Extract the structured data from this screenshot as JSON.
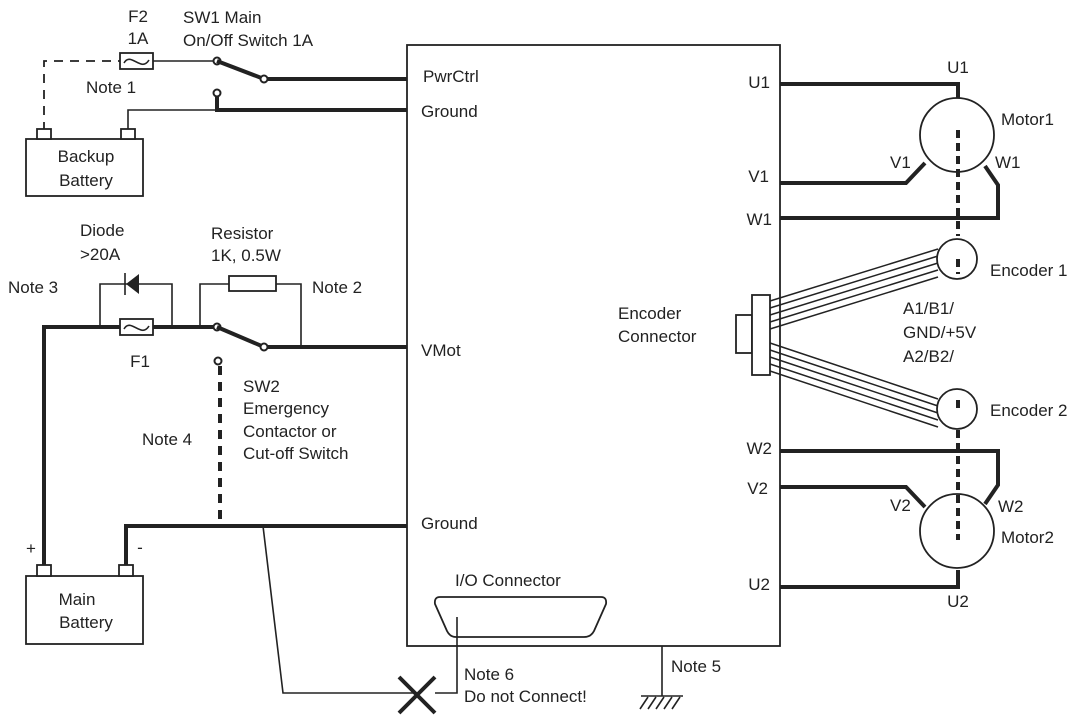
{
  "labels": {
    "f2": "F2",
    "f2_rating": "1A",
    "sw1_title": "SW1 Main",
    "sw1_rating": "On/Off Switch 1A",
    "note1": "Note 1",
    "backup_battery_line1": "Backup",
    "backup_battery_line2": "Battery",
    "diode": "Diode",
    "diode_rating": ">20A",
    "resistor": "Resistor",
    "resistor_rating": "1K, 0.5W",
    "note3": "Note 3",
    "note2": "Note 2",
    "f1": "F1",
    "sw2_line1": "SW2",
    "sw2_line2": "Emergency",
    "sw2_line3": "Contactor or",
    "sw2_line4": "Cut-off Switch",
    "note4": "Note 4",
    "plus": "+",
    "minus": "-",
    "main_battery_line1": "Main",
    "main_battery_line2": "Battery",
    "note6": "Note 6",
    "do_not_connect": "Do not Connect!",
    "note5": "Note 5"
  },
  "controller": {
    "pwrctrl": "PwrCtrl",
    "ground_top": "Ground",
    "vmot": "VMot",
    "ground_bottom": "Ground",
    "io_connector": "I/O Connector",
    "u1": "U1",
    "v1": "V1",
    "w1": "W1",
    "w2": "W2",
    "v2": "V2",
    "u2": "U2",
    "encoder_connector_line1": "Encoder",
    "encoder_connector_line2": "Connector"
  },
  "motors": {
    "motor1": "Motor1",
    "motor1_u": "U1",
    "motor1_v": "V1",
    "motor1_w": "W1",
    "motor2": "Motor2",
    "motor2_u": "U2",
    "motor2_v": "V2",
    "motor2_w": "W2"
  },
  "encoders": {
    "encoder1": "Encoder 1",
    "encoder2": "Encoder 2",
    "signals_line1": "A1/B1/",
    "signals_line2": "GND/+5V",
    "signals_line3": "A2/B2/"
  }
}
